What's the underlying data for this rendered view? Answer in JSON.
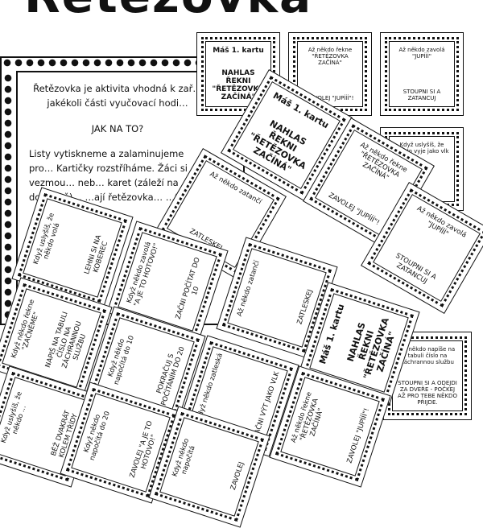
{
  "title": "Řetězovka",
  "doc": {
    "p1": "Řetězovka je aktivita vhodná k zař… jakékoli části vyučovací hodi…",
    "p2": "JAK NA TO?",
    "p3": "Listy vytiskneme a zalaminujeme pro… Kartičky rozstříháme. Žáci si vezmou… neb… karet (záleží na domluvě)… …ají řetězovka… …t se…"
  },
  "cards": [
    {
      "l1": "Máš 1. kartu",
      "l2": "",
      "l3": "NAHLAS ŘEKNI \"ŘETĚZOVKA ZAČÍNÁ\""
    },
    {
      "l1": "Až někdo řekne \"ŘETĚZOVKA ZAČÍNÁ\"",
      "l2": "",
      "l3": "ZAVOLEJ \"JUPÍÍÍ\"!"
    },
    {
      "l1": "Až někdo zavolá \"JUPÍÍÍ\"",
      "l2": "",
      "l3": "STOUPNI SI A ZATANCUJ"
    },
    {
      "l1": "Máš 1. kartu",
      "l2": "",
      "l3": "NAHLAS ŘEKNI \"ŘETĚZOVKA ZAČÍNÁ\""
    },
    {
      "l1": "Až někdo řekne \"ŘETĚZOVKA ZAČÍNÁ\"",
      "l2": "",
      "l3": "ZAVOLEJ \"JUPÍÍÍ\"!"
    },
    {
      "l1": "Když uslyšíš, že někdo vyje jako vlk",
      "l2": "",
      "l3": ""
    },
    {
      "l1": "Až někdo zatančí",
      "l2": "",
      "l3": "ZATLESKEJ"
    },
    {
      "l1": "Až někdo zavolá \"JUPÍÍÍ\"",
      "l2": "",
      "l3": "STOUPNI SI A ZATANCUJ"
    },
    {
      "l1": "Když uslyšíš, že někdo volá",
      "l2": "",
      "l3": "LEHNI SI NA KOBEREC"
    },
    {
      "l1": "Když někdo zavolá \"A JE TO HOTOVO!\"",
      "l2": "",
      "l3": "ZAČNI POČÍTAT DO 10"
    },
    {
      "l1": "Když někdo zatleská",
      "l2": "",
      "l3": "ZAČNI VÝT JAKO VLK"
    },
    {
      "l1": "Až někdo zatančí",
      "l2": "",
      "l3": "ZATLESKEJ"
    },
    {
      "l1": "Máš 1. kartu",
      "l2": "",
      "l3": "NAHLAS ŘEKNI \"ŘETĚZOVKA ZAČÍNÁ\""
    },
    {
      "l1": "Až někdo napíše na tabuli číslo na záchrannou službu",
      "l2": "",
      "l3": "STOUPNI SI A ODEJDI ZA DVEŘE - POČKEJ AŽ PRO TEBE NĚKDO PŘIJDE."
    },
    {
      "l1": "Když uslyšíš, že někdo ...",
      "l2": "",
      "l3": "BĚŽ DVAKRÁT KOLEM TŘÍDY"
    },
    {
      "l1": "Když někdo napočítá do 10",
      "l2": "",
      "l3": "POKRAČUJ S POČÍTÁNÍM DO 20"
    },
    {
      "l1": "Když někdo řekne \"ZAČNĚME\"",
      "l2": "",
      "l3": "NAPIŠ NA TABULI ČÍSLO NA ZÁCHRANNOU SLUŽBU"
    },
    {
      "l1": "Když někdo napočítá do 20",
      "l2": "",
      "l3": "ZAVOLEJ \"A JE TO HOTOVO!\""
    },
    {
      "l1": "Až někdo řekne \"ŘETĚZOVKA ZAČÍNÁ\"",
      "l2": "",
      "l3": "ZAVOLEJ \"JUPÍÍÍ\"!"
    },
    {
      "l1": "Když někdo napočítá",
      "l2": "",
      "l3": "ZAVOLEJ"
    }
  ]
}
